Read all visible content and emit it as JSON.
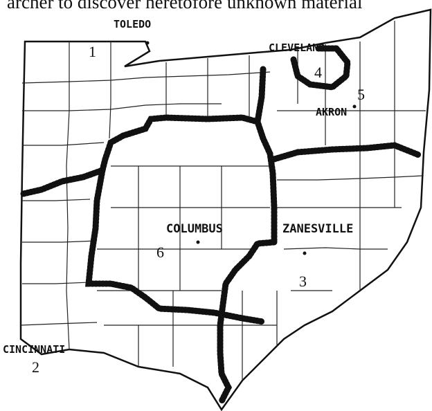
{
  "header": {
    "text": "archer to discover heretofore unknown material"
  },
  "cities": {
    "toledo": "TOLEDO",
    "cleveland": "CLEVELAND",
    "akron": "AKRON",
    "columbus": "COLUMBUS",
    "zanesville": "ZANESVILLE",
    "cincinnati": "CINCINNATI"
  },
  "regions": {
    "r1": "1",
    "r2": "2",
    "r3": "3",
    "r4": "4",
    "r5": "5",
    "r6": "6"
  },
  "colors": {
    "ink": "#111111",
    "paper": "#ffffff"
  }
}
